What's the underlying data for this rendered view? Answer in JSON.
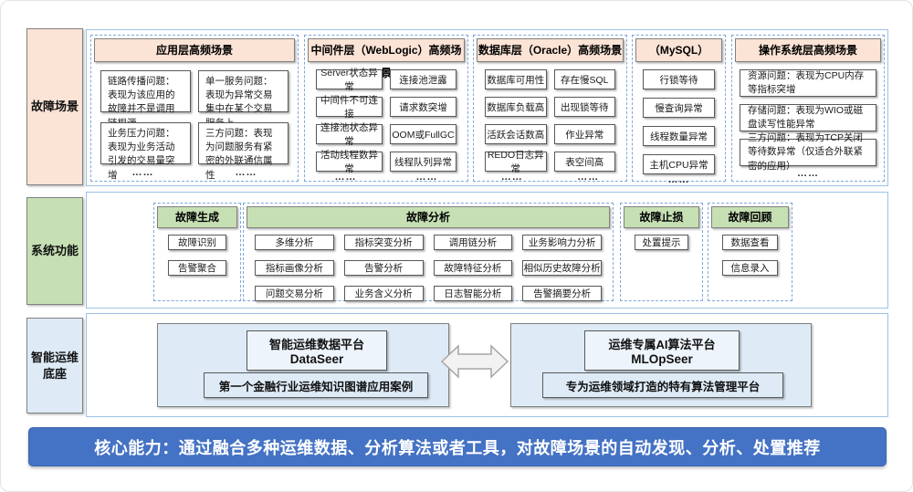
{
  "colors": {
    "pink": "#FBE3D5",
    "green": "#C6E0B4",
    "light_blue": "#DEEBF7",
    "bar_blue": "#4472C4",
    "dashed": "#7FA8DC",
    "solid": "#9CC2E5"
  },
  "fault_scenarios": {
    "label": "故障场景",
    "columns": [
      {
        "header": "应用层高频场景",
        "items": [
          "链路传播问题：表现为该应用的故障并不是调用链根源",
          "单一服务问题：表现为异常交易集中在某个交易服务上",
          "业务压力问题：表现为业务活动引发的交易量突增",
          "三方问题：表现为问题服务有紧密的外联通信属性"
        ],
        "ellipsis": [
          "……",
          "……"
        ]
      },
      {
        "header": "中间件层（WebLogic）高频场景",
        "items": [
          "Server状态异常",
          "连接池泄露",
          "中间件不可连接",
          "请求数突增",
          "连接池状态异常",
          "OOM或FullGC",
          "活动线程数异常",
          "线程队列异常"
        ],
        "ellipsis": [
          "……",
          "……"
        ]
      },
      {
        "header": "数据库层（Oracle）高频场景",
        "items": [
          "数据库可用性",
          "存在慢SQL",
          "数据库负载高",
          "出现锁等待",
          "活跃会话数高",
          "作业异常",
          "REDO日志异常",
          "表空间高"
        ],
        "ellipsis": [
          "……",
          "……"
        ]
      },
      {
        "header": "（MySQL）",
        "items": [
          "行锁等待",
          "慢查询异常",
          "线程数量异常",
          "主机CPU异常"
        ],
        "ellipsis": [
          "……"
        ]
      },
      {
        "header": "操作系统层高频场景",
        "items": [
          "资源问题：表现为CPU内存等指标突增",
          "存储问题：表现为WIO或磁盘读写性能异常",
          "三方问题：表现为TCP关闭等待数异常（仅适合外联紧密的应用）"
        ],
        "ellipsis": [
          "……"
        ]
      }
    ]
  },
  "system_functions": {
    "label": "系统功能",
    "groups": [
      {
        "header": "故障生成",
        "items": [
          "故障识别",
          "告警聚合"
        ]
      },
      {
        "header": "故障分析",
        "items": [
          "多维分析",
          "指标突变分析",
          "调用链分析",
          "业务影响力分析",
          "指标画像分析",
          "告警分析",
          "故障特征分析",
          "相似历史故障分析",
          "问题交易分析",
          "业务含义分析",
          "日志智能分析",
          "告警摘要分析"
        ]
      },
      {
        "header": "故障止损",
        "items": [
          "处置提示"
        ]
      },
      {
        "header": "故障回顾",
        "items": [
          "数据查看",
          "信息录入"
        ]
      }
    ]
  },
  "aiops_base": {
    "label": "智能运维\n底座",
    "left_platform": {
      "title": "智能运维数据平台",
      "name": "DataSeer",
      "subtitle": "第一个金融行业运维知识图谱应用案例"
    },
    "right_platform": {
      "title": "运维专属AI算法平台",
      "name": "MLOpSeer",
      "subtitle": "专为运维领域打造的特有算法管理平台"
    }
  },
  "core_capability": "核心能力：通过融合多种运维数据、分析算法或者工具，对故障场景的自动发现、分析、处置推荐"
}
